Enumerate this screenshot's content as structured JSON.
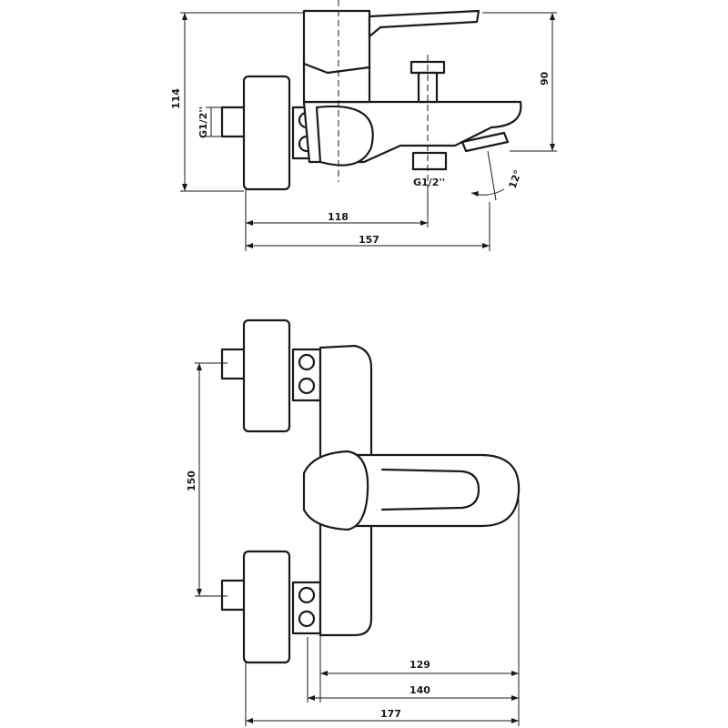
{
  "side_view": {
    "dim_height": "114",
    "dim_spout": "90",
    "dim_inlet_to_outlet": "118",
    "dim_overall_depth": "157",
    "thread_wall": "G1/2''",
    "thread_outlet": "G1/2''",
    "angle": "12°"
  },
  "top_view": {
    "dim_inlet_spacing": "150",
    "dim_lever": "129",
    "dim_body": "140",
    "dim_overall": "177"
  }
}
